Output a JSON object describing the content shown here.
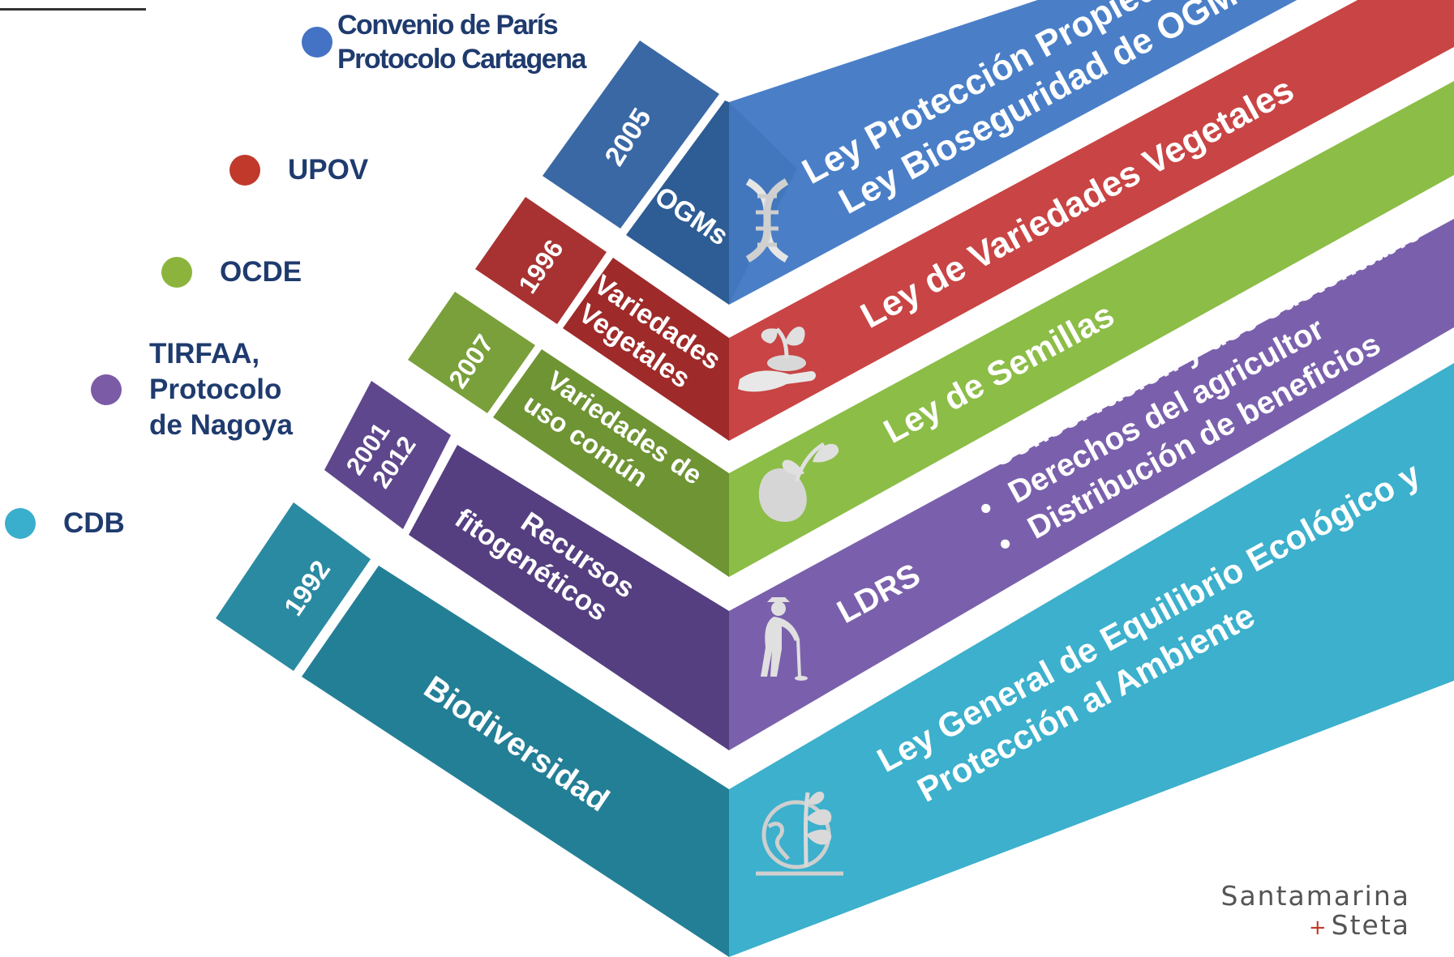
{
  "legend": [
    {
      "label": "Convenio de París\nProtocolo Cartagena",
      "color": "#4472c4"
    },
    {
      "label": "UPOV",
      "color": "#c0392b"
    },
    {
      "label": "OCDE",
      "color": "#8cb43c"
    },
    {
      "label": "TIRFAA,\nProtocolo\nde Nagoya",
      "color": "#7b5aa6"
    },
    {
      "label": "CDB",
      "color": "#3aaecd"
    }
  ],
  "tiers": [
    {
      "year": "2005",
      "topic": "OGMs",
      "laws": "Ley Protección Propiedad\nLey Bioseguridad de OGMs",
      "icon": "dna-icon",
      "colors": {
        "left": "#2e5c94",
        "year": "#3a68a4",
        "right": "#4a7fc8"
      }
    },
    {
      "year": "1996",
      "topic": "Variedades\nVegetales",
      "laws": "Ley de Variedades Vegetales",
      "icon": "seedling-hand-icon",
      "colors": {
        "left": "#9e2a2a",
        "year": "#a83232",
        "right": "#c94444"
      }
    },
    {
      "year": "2007",
      "topic": "Variedades de\nuso común",
      "laws": "Ley de Semillas",
      "icon": "seed-sprout-icon",
      "colors": {
        "left": "#6e9434",
        "year": "#79a03a",
        "right": "#8cbd47"
      }
    },
    {
      "year": "2001\n2012",
      "topic": "Recursos\nfitogenéticos",
      "laws": "LDRS",
      "bullets": [
        "Conservación y uso sustentable",
        "Derechos del agricultor",
        "Distribución de beneficios"
      ],
      "icon": "farmer-icon",
      "colors": {
        "left": "#553f80",
        "year": "#5e478c",
        "right": "#7a60ac"
      }
    },
    {
      "year": "1992",
      "topic": "Biodiversidad",
      "laws": "Ley General de Equilibrio Ecológico y\nProtección al Ambiente",
      "icon": "earth-plant-icon",
      "colors": {
        "left": "#237f96",
        "year": "#2a8aa2",
        "right": "#3cb0cc"
      }
    }
  ],
  "brand": {
    "line1": "Santamarina",
    "line2": "Steta",
    "plus": "+"
  }
}
